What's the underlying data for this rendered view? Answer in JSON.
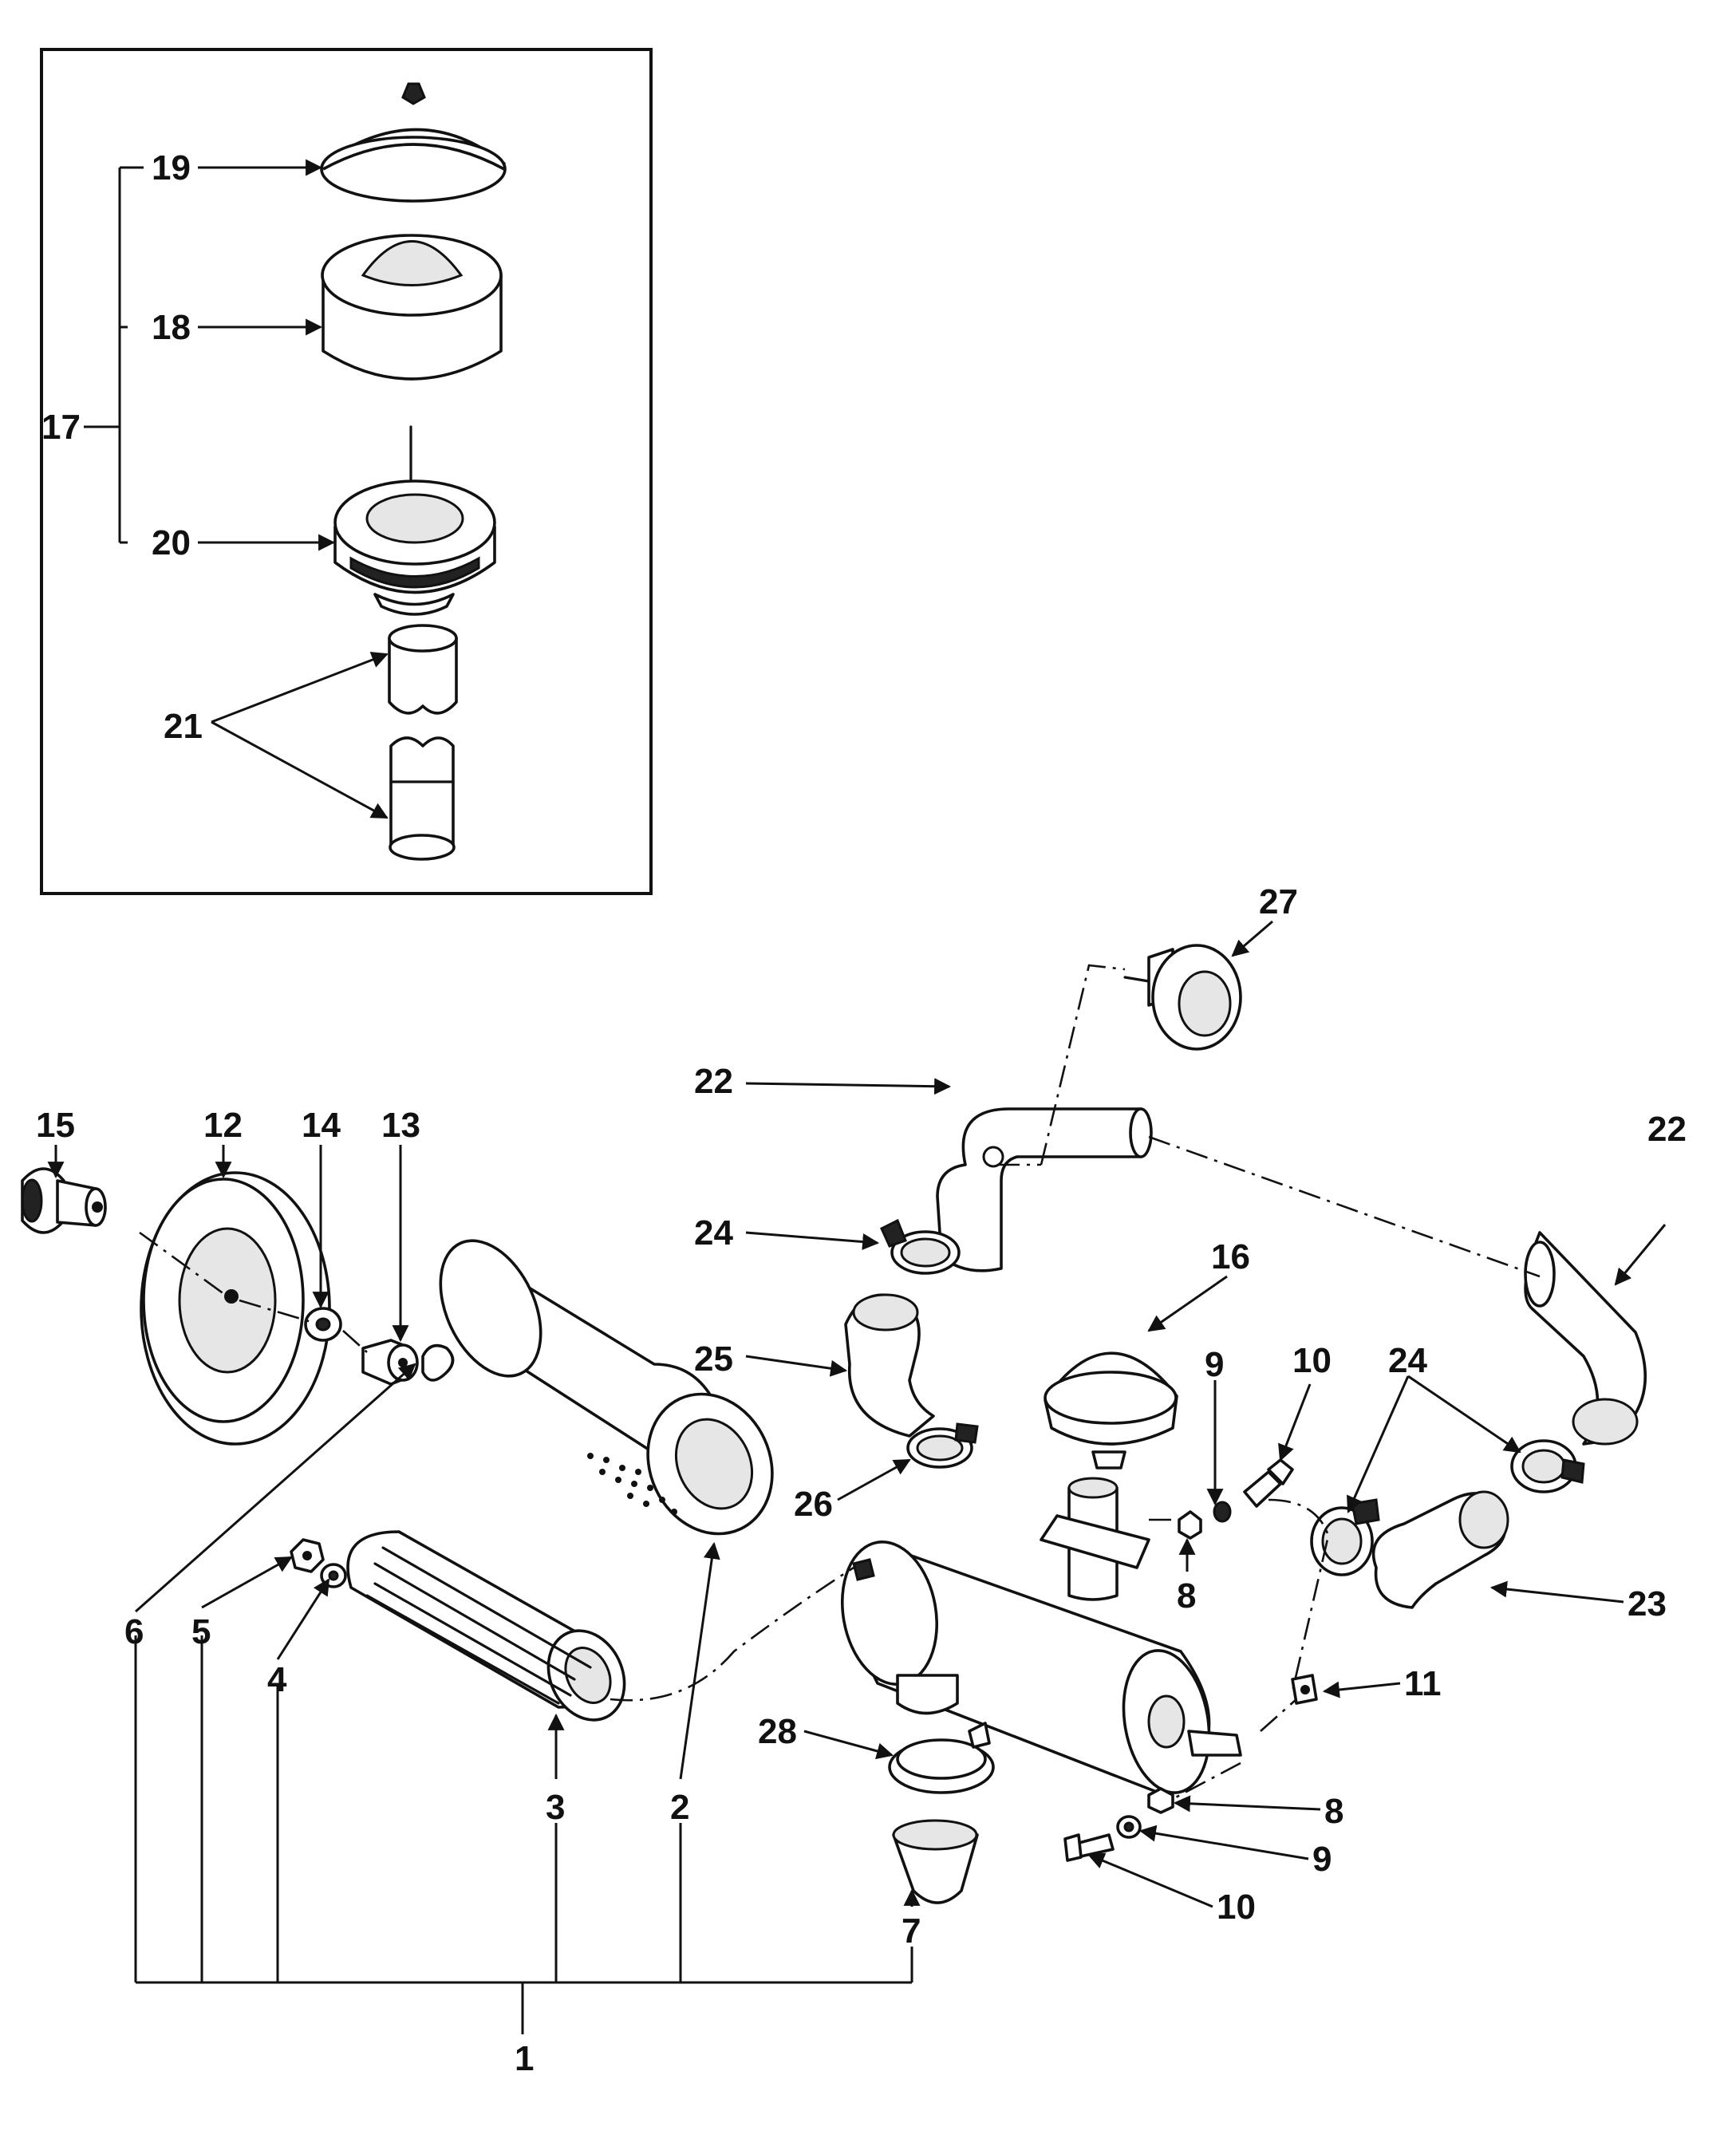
{
  "callouts": {
    "c1": "1",
    "c2": "2",
    "c3": "3",
    "c4": "4",
    "c5": "5",
    "c6": "6",
    "c7": "7",
    "c8a": "8",
    "c8b": "8",
    "c9a": "9",
    "c9b": "9",
    "c10a": "10",
    "c10b": "10",
    "c11": "11",
    "c12": "12",
    "c13": "13",
    "c14": "14",
    "c15": "15",
    "c16": "16",
    "c17": "17",
    "c18": "18",
    "c19": "19",
    "c20": "20",
    "c21": "21",
    "c22a": "22",
    "c22b": "22",
    "c23": "23",
    "c24a": "24",
    "c24b": "24",
    "c25": "25",
    "c26": "26",
    "c27": "27",
    "c28": "28"
  }
}
